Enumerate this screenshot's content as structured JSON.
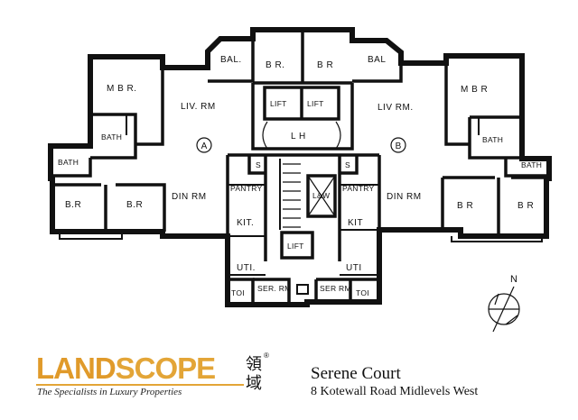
{
  "floor_plan": {
    "flat_a_marker": "A",
    "flat_b_marker": "B",
    "north_label": "N",
    "rooms": {
      "bal_left": "BAL.",
      "bal_right": "BAL",
      "br_top_left": "B R.",
      "br_top_right": "B R",
      "mbr_left": "M B R.",
      "mbr_right": "M B R",
      "liv_left": "LIV. RM",
      "liv_right": "LIV RM.",
      "lift_top_left": "LIFT",
      "lift_top_right": "LIFT",
      "lift_hall": "L H",
      "bath_left_inner": "BATH",
      "bath_left_outer": "BATH",
      "bath_right_inner": "BATH",
      "bath_right_outer": "BATH",
      "br_left_a": "B.R",
      "br_left_b": "B.R",
      "br_right_a": "B R",
      "br_right_b": "B R",
      "din_left": "DIN RM",
      "din_right": "DIN RM",
      "pantry_left": "PANTRY",
      "pantry_right": "PANTRY",
      "kit_left": "KIT.",
      "kit_right": "KIT",
      "s_left": "S",
      "s_right": "S",
      "lw": "L&W",
      "lift_service": "LIFT",
      "uti_left": "UTI.",
      "uti_right": "UTI",
      "toi_left": "TOI",
      "toi_right": "TOI",
      "ser_left": "SER. RM",
      "ser_right": "SER RM"
    }
  },
  "brand": {
    "logo_part1": "LAND",
    "logo_part2": "SCOPE",
    "logo_cn_line1": "領",
    "logo_cn_line2": "域",
    "logo_reg": "®",
    "tagline": "The Specialists in Luxury Properties"
  },
  "project": {
    "name": "Serene Court",
    "address": "8 Kotewall Road Midlevels West"
  }
}
